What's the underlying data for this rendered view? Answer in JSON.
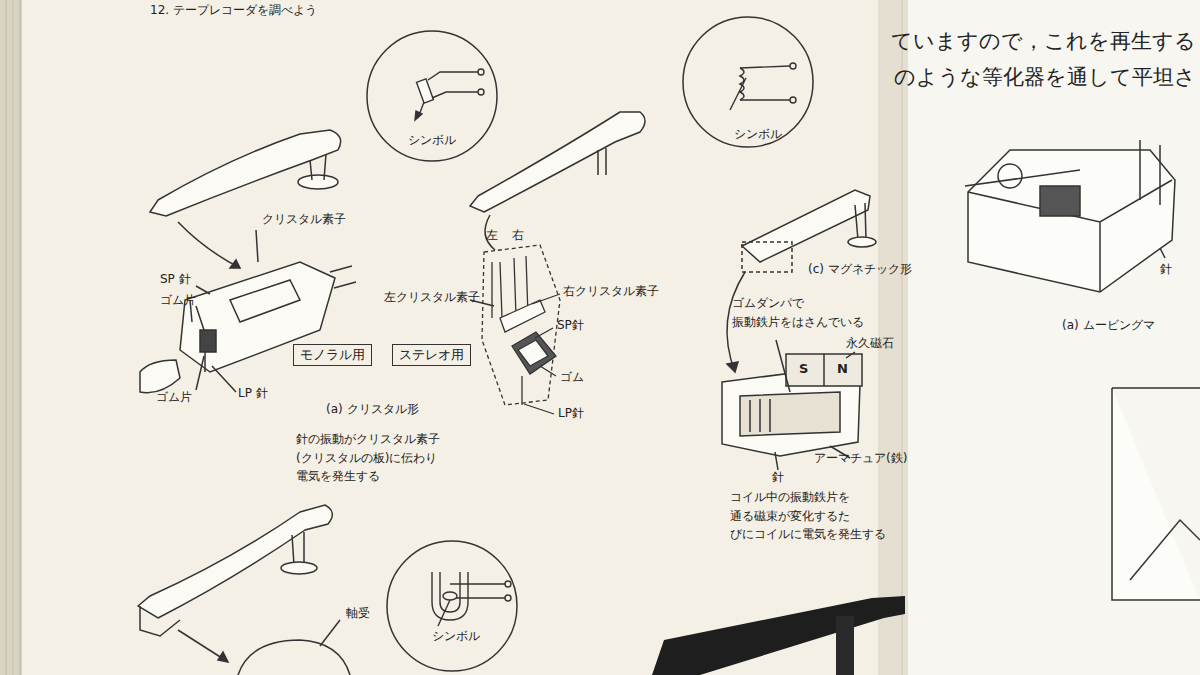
{
  "diagram": {
    "title": "12. テープレコーダを調べよう",
    "nodes": [
      {
        "text": [
          "シンボル"
        ]
      },
      {
        "text": [
          "シンボル"
        ]
      },
      {
        "text": [
          "モノラル用"
        ]
      },
      {
        "text": [
          "ステレオ用"
        ]
      },
      {
        "text": [
          "シンボル"
        ]
      }
    ],
    "labels": [
      "ていますので，これを再生する",
      "のような等化器を通して平坦さ",
      "クリスタル素子",
      "SP 針",
      "ゴム片",
      "ゴム片",
      "LP 針",
      "左",
      "右",
      "左クリスタル素子",
      "右クリスタル素子",
      "SP針",
      "ゴム",
      "LP針",
      "(a) クリスタル形",
      "針の振動がクリスタル素子 (クリスタルの板)に伝わり 電気を発生する",
      "(c) マグネチック形",
      "ゴムダンパで 振動鉄片をはさんでいる",
      "永久磁石",
      "S",
      "N",
      "アーマチュア(鉄)",
      "針",
      "コイル中の振動鉄片を 通る磁束が変化するた びにコイルに電気を発生する",
      "軸受",
      "針",
      "(a) ムービングマ"
    ]
  }
}
